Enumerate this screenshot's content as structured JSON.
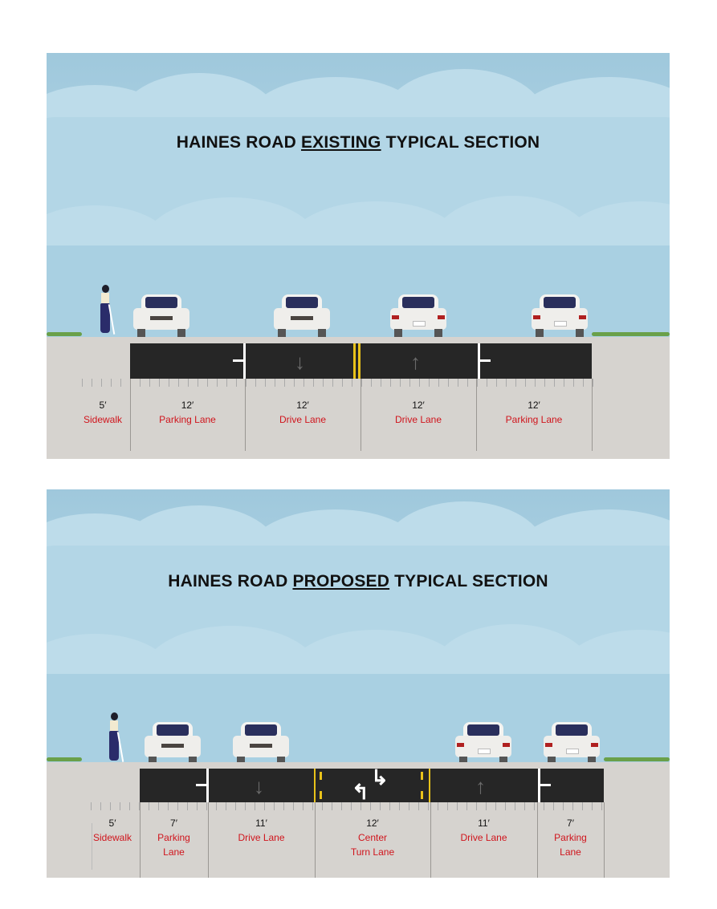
{
  "existing": {
    "title_pre": "HAINES ROAD ",
    "title_u": "EXISTING",
    "title_post": " TYPICAL SECTION",
    "segments": [
      {
        "dim": "5′",
        "name": "Sidewalk"
      },
      {
        "dim": "12′",
        "name": "Parking Lane"
      },
      {
        "dim": "12′",
        "name": "Drive Lane"
      },
      {
        "dim": "12′",
        "name": "Drive Lane"
      },
      {
        "dim": "12′",
        "name": "Parking Lane"
      }
    ]
  },
  "proposed": {
    "title_pre": "HAINES ROAD ",
    "title_u": "PROPOSED",
    "title_post": " TYPICAL SECTION",
    "segments": [
      {
        "dim": "5′",
        "name": "Sidewalk"
      },
      {
        "dim": "7′",
        "name": "Parking",
        "name2": "Lane"
      },
      {
        "dim": "11′",
        "name": "Drive Lane"
      },
      {
        "dim": "12′",
        "name": "Center",
        "name2": "Turn Lane"
      },
      {
        "dim": "11′",
        "name": "Drive Lane"
      },
      {
        "dim": "7′",
        "name": "Parking",
        "name2": "Lane"
      }
    ]
  },
  "colors": {
    "label": "#d0141c",
    "asphalt": "#262626",
    "yellow": "#e8c21a"
  }
}
